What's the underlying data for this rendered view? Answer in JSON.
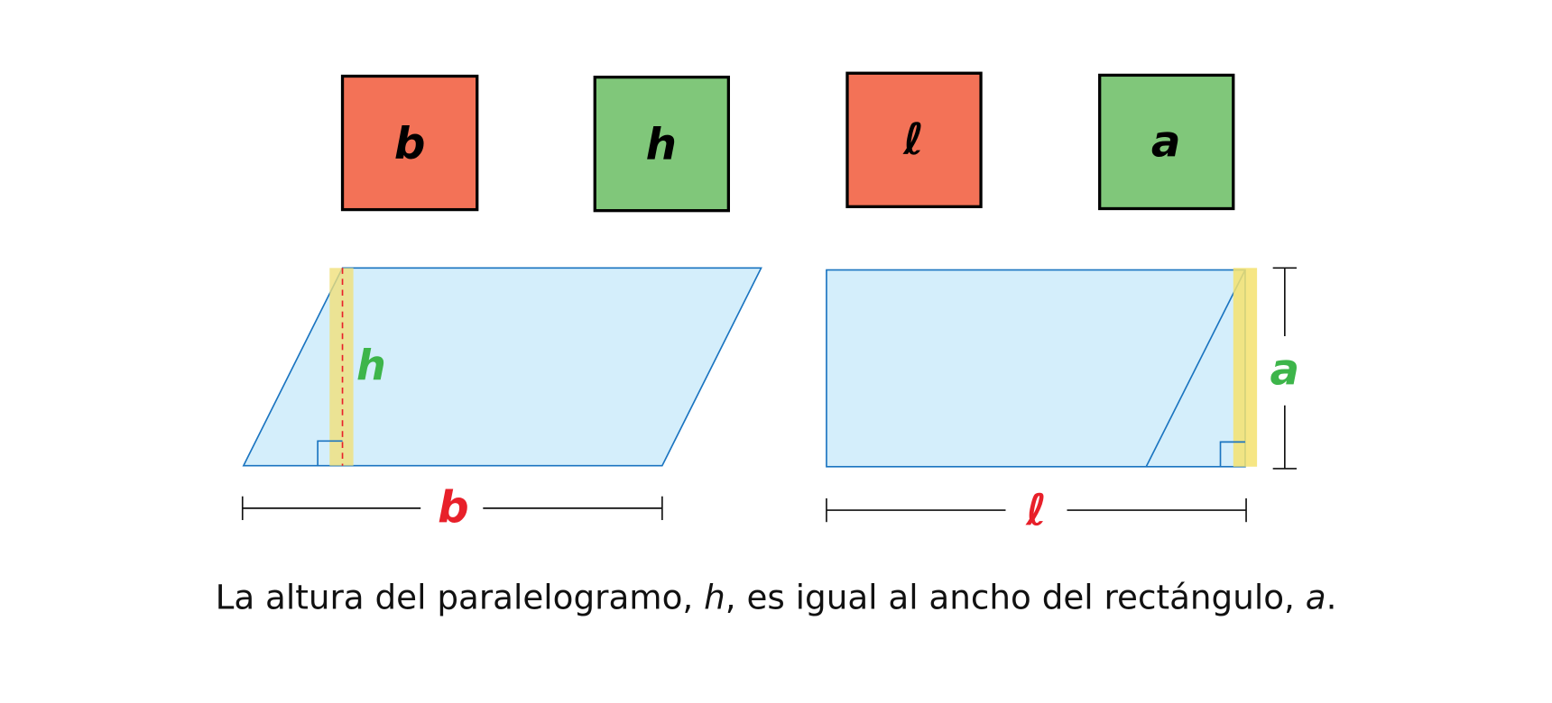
{
  "cards": [
    {
      "label": "b",
      "color": "#f37257"
    },
    {
      "label": "h",
      "color": "#80c77a"
    },
    {
      "label": "ℓ",
      "color": "#f37257"
    },
    {
      "label": "a",
      "color": "#80c77a"
    }
  ],
  "parallelogram": {
    "height_label": "h",
    "base_label": "b"
  },
  "rectangle": {
    "width_label": "a",
    "length_label": "ℓ"
  },
  "caption": {
    "part1": "La altura del paralelogramo, ",
    "var1": "h",
    "part2": ", es igual al ancho del rectángulo, ",
    "var2": "a",
    "part3": "."
  },
  "colors": {
    "shape_fill": "#d4eefb",
    "shape_stroke": "#1a74c0",
    "highlight": "#f5e26e",
    "red_label": "#e8202a",
    "green_label": "#3db54a"
  }
}
